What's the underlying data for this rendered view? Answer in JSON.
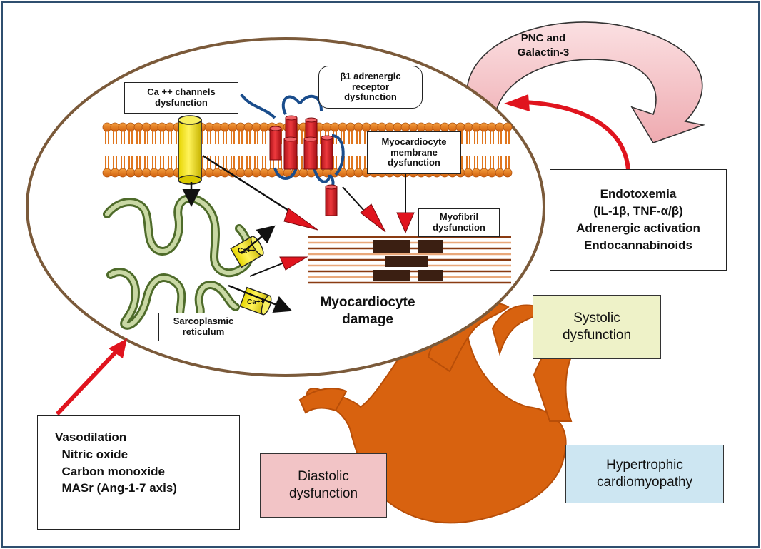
{
  "labels": {
    "ca_channels": [
      "Ca ++ channels",
      "dysfunction"
    ],
    "beta1": [
      "β1 adrenergic",
      "receptor",
      "dysfunction"
    ],
    "membrane": [
      "Myocardiocyte",
      "membrane",
      "dysfunction"
    ],
    "myofibril": [
      "Myofibril",
      "dysfunction"
    ],
    "sarcoplasmic": [
      "Sarcoplasmic",
      "reticulum"
    ],
    "damage": [
      "Myocardiocyte",
      "damage"
    ],
    "pnc": [
      "PNC and",
      "Galactin-3"
    ],
    "endotoxemia": [
      "Endotoxemia",
      "(IL-1β, TNF-α/β)",
      "Adrenergic activation",
      "Endocannabinoids"
    ],
    "vasodilation": [
      "Vasodilation",
      "  Nitric oxide",
      "  Carbon monoxide",
      "  MASr (Ang-1-7 axis)"
    ],
    "systolic": [
      "Systolic",
      "dysfunction"
    ],
    "diastolic": [
      "Diastolic",
      "dysfunction"
    ],
    "hypertrophic": [
      "Hypertrophic",
      "cardiomyopathy"
    ],
    "ca_symbol": "Ca++"
  },
  "colors": {
    "border": "#2f4f6f",
    "cell_outline": "#7b5a3a",
    "arrow_red": "#e0141e",
    "membrane_orange": "#e0761e",
    "receptor_red": "#d81e24",
    "channel_yellow": "#f0e000",
    "heart_orange": "#d8620f",
    "systolic_bg": "#eef2c8",
    "diastolic_bg": "#f2c4c6",
    "hypertrophic_bg": "#cde6f2",
    "pnc_arrow": "#f7c9cc"
  }
}
